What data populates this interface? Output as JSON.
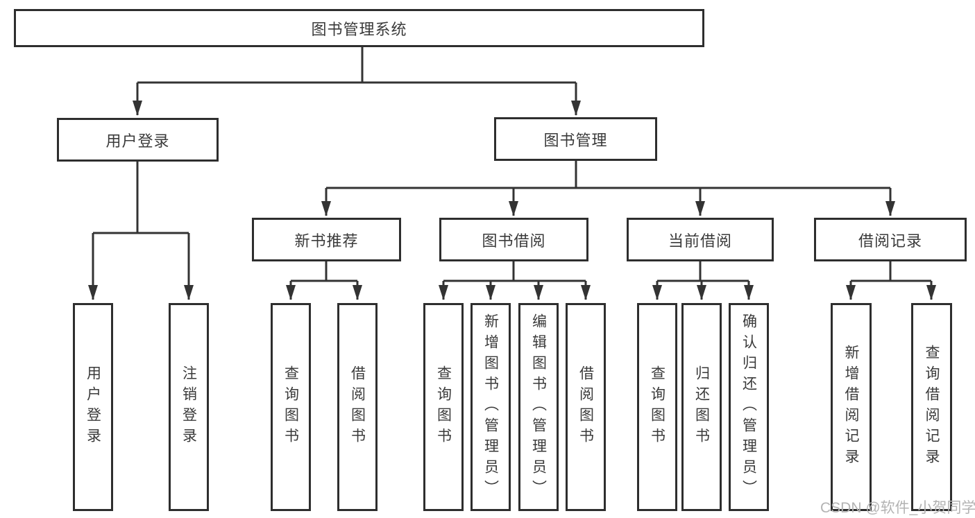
{
  "diagram": {
    "root": {
      "label": "图书管理系统"
    },
    "level2": [
      {
        "label": "用户登录"
      },
      {
        "label": "图书管理"
      }
    ],
    "level3": [
      {
        "label": "新书推荐"
      },
      {
        "label": "图书借阅"
      },
      {
        "label": "当前借阅"
      },
      {
        "label": "借阅记录"
      }
    ],
    "leaves": [
      {
        "label": "用户登录"
      },
      {
        "label": "注销登录"
      },
      {
        "label": "查询图书"
      },
      {
        "label": "借阅图书"
      },
      {
        "label": "查询图书"
      },
      {
        "label": "新增图书（管理员）"
      },
      {
        "label": "编辑图书（管理员）"
      },
      {
        "label": "借阅图书"
      },
      {
        "label": "查询图书"
      },
      {
        "label": "归还图书"
      },
      {
        "label": "确认归还（管理员）"
      },
      {
        "label": "新增借阅记录"
      },
      {
        "label": "查询借阅记录"
      }
    ]
  },
  "watermark": {
    "text": "CSDN @软件_小贺同学"
  },
  "colors": {
    "background": "#ffffff",
    "line": "#333333",
    "box_border": "#2e2e2e",
    "text": "#3a3a3a",
    "watermark": "#b3b3b3"
  }
}
